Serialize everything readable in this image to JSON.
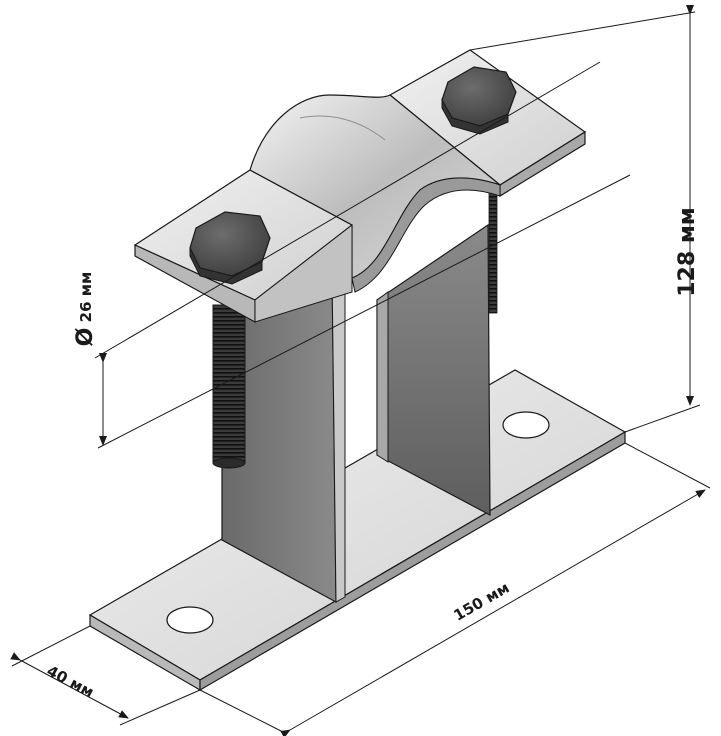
{
  "dimensions": {
    "height": "128 мм",
    "diameter_symbol": "Ø",
    "diameter_value": "26 мм",
    "length": "150 мм",
    "width": "40 мм"
  },
  "colors": {
    "steel_light": "#e3e3e3",
    "steel_mid": "#c4c4c4",
    "steel_dark": "#6f6f6f",
    "bolt": "#5a5a5a",
    "thread": "#2b2b2b",
    "line": "#1a1a1a"
  }
}
